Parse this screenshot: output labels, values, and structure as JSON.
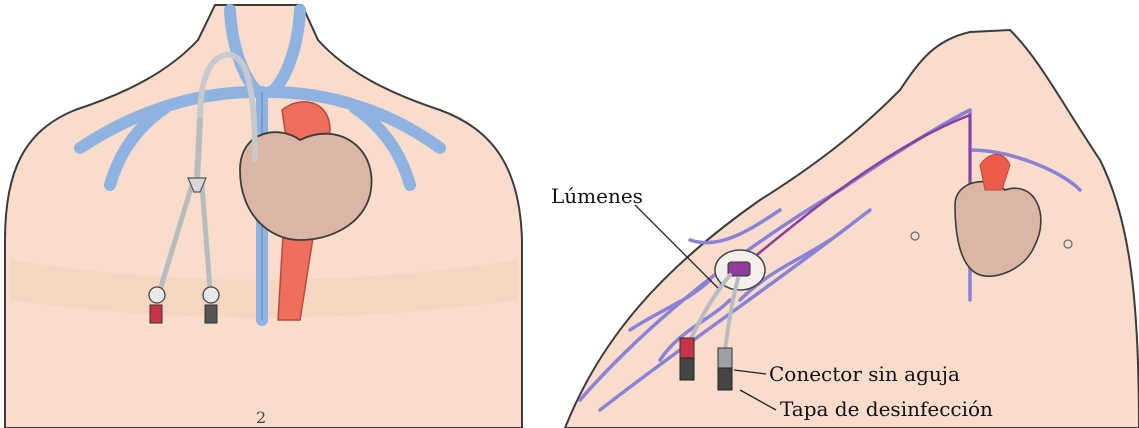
{
  "labels": {
    "lumens": "Lúmenes",
    "needleless_connector": "Conector sin aguja",
    "disinfection_cap": "Tapa de desinfección",
    "page_mark": "2"
  },
  "colors": {
    "skin": "#f9dccb",
    "skin_shadow": "#f2c5ac",
    "outline": "#3b3b3b",
    "vein_blue": "#8fb3e0",
    "vein_purple": "#8a82d6",
    "artery_red": "#ef6f5e",
    "heart_tan": "#dcb6a4",
    "catheter_gray": "#b9bcbf",
    "clamp_red": "#c8344a",
    "port_purple": "#8f3d9a"
  },
  "icons": {
    "left_figure": "chest-tunneled-catheter",
    "right_figure": "arm-picc-line"
  }
}
